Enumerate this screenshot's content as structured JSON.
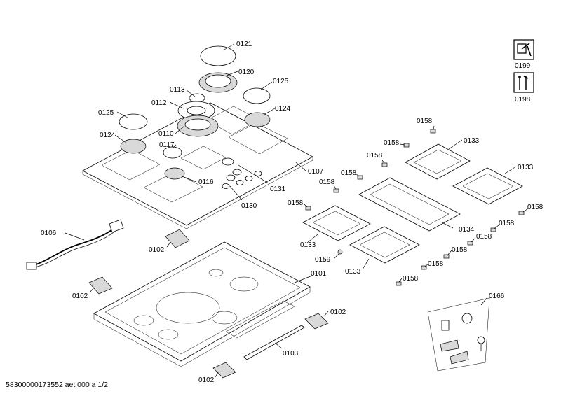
{
  "footer": {
    "document_id": "58300000173552 aet 000 a 1/2"
  },
  "icons": [
    {
      "name": "repair-wrench-icon",
      "code": "0199"
    },
    {
      "name": "tools-icon",
      "code": "0198"
    }
  ],
  "parts": {
    "p0121": "0121",
    "p0120": "0120",
    "p0125a": "0125",
    "p0113": "0113",
    "p0112": "0112",
    "p0125b": "0125",
    "p0124a": "0124",
    "p0124b": "0124",
    "p0110": "0110",
    "p0117": "0117",
    "p0116": "0116",
    "p0131": "0131",
    "p0107": "0107",
    "p0130": "0130",
    "p0158a": "0158",
    "p0158b": "0158",
    "p0158c": "0158",
    "p0158d": "0158",
    "p0158e": "0158",
    "p0158f": "0158",
    "p0158g": "0158",
    "p0158h": "0158",
    "p0158i": "0158",
    "p0158j": "0158",
    "p0158k": "0158",
    "p0158l": "0158",
    "p0133a": "0133",
    "p0133b": "0133",
    "p0133c": "0133",
    "p0133d": "0133",
    "p0134": "0134",
    "p0159": "0159",
    "p0106": "0106",
    "p0102a": "0102",
    "p0102b": "0102",
    "p0102c": "0102",
    "p0102d": "0102",
    "p0101": "0101",
    "p0103": "0103",
    "p0166": "0166"
  }
}
